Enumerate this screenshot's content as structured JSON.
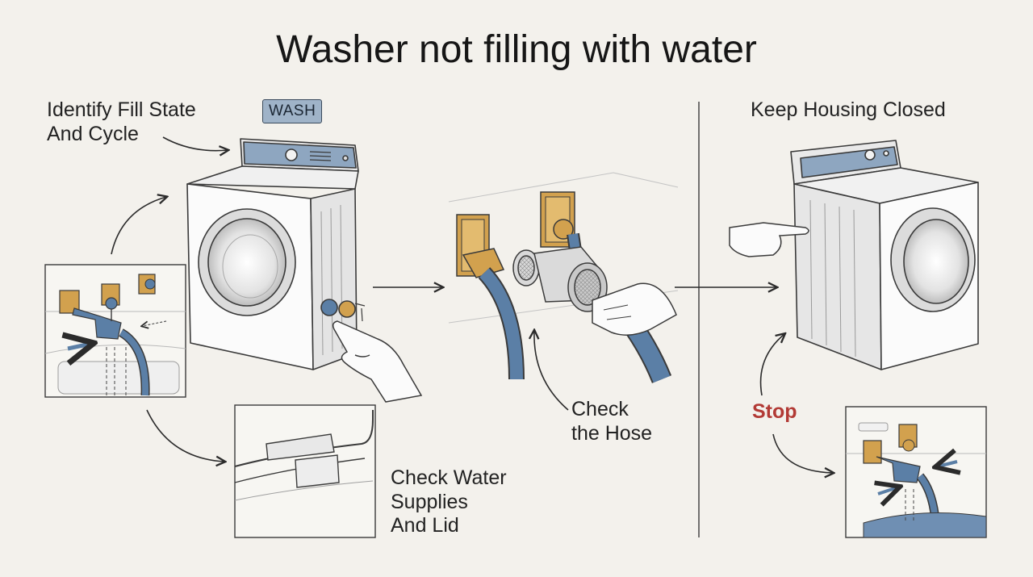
{
  "title": "Washer not filling with water",
  "steps": {
    "identify": "Identify Fill State\nAnd Cycle",
    "panel_label": "WASH",
    "check_supplies": "Check Water\nSupplies\nAnd Lid",
    "check_hose": "Check\nthe Hose",
    "keep_closed": "Keep Housing Closed",
    "stop": "Stop"
  },
  "colors": {
    "background": "#f3f1ec",
    "hose_blue": "#5b7fa6",
    "brass": "#d2a14e",
    "panel_blue": "#8ea6c0",
    "stop_red": "#b23a35",
    "ink": "#2b2b2b"
  }
}
